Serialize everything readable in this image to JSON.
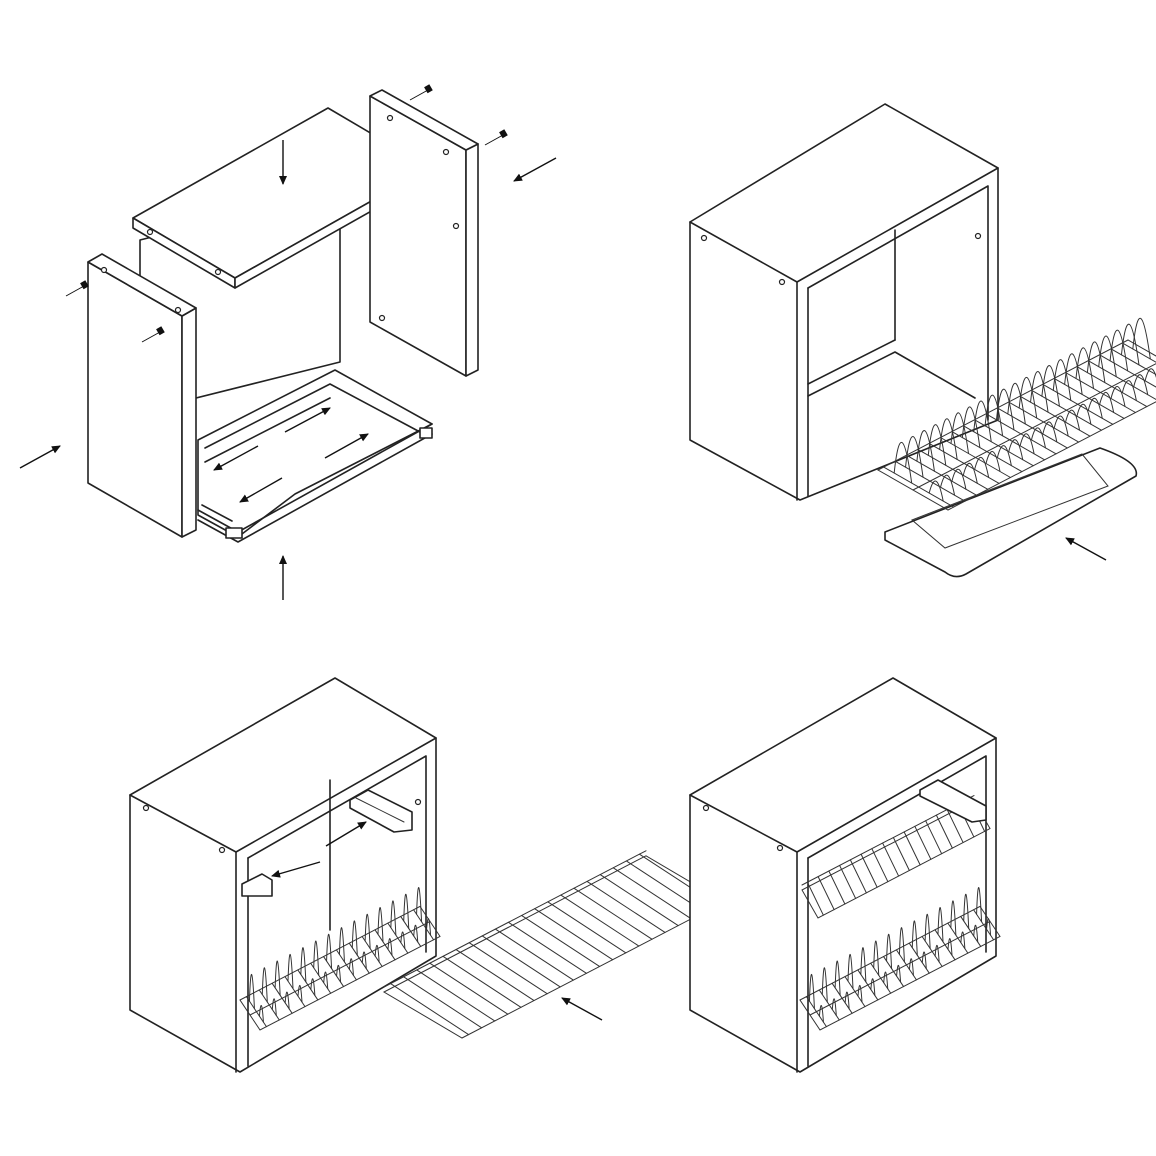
{
  "diagram": {
    "type": "assembly-instructions",
    "steps": [
      {
        "id": "step-1",
        "subject": "cabinet-panel-assembly"
      },
      {
        "id": "step-2",
        "subject": "insert-plate-rack-and-drip-tray"
      },
      {
        "id": "step-3",
        "subject": "insert-upper-rack"
      },
      {
        "id": "step-4",
        "subject": "finished-cabinet"
      }
    ],
    "colors": {
      "line": "#222222",
      "background": "#ffffff"
    }
  }
}
